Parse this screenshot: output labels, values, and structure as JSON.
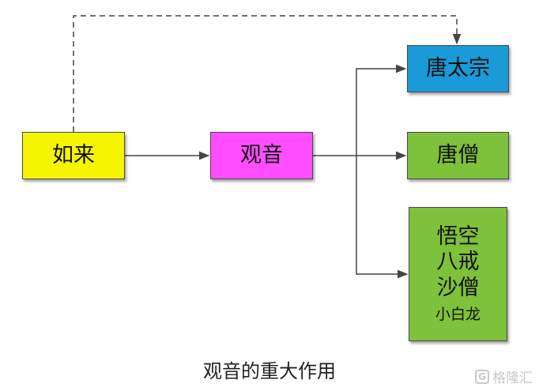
{
  "nodes": {
    "rulai": {
      "label": "如来",
      "color": "#f5f500"
    },
    "guanyin": {
      "label": "观音",
      "color": "#ff4dff"
    },
    "taizong": {
      "label": "唐太宗",
      "color": "#1a9ad6"
    },
    "tangseng": {
      "label": "唐僧",
      "color": "#7ec13a"
    },
    "disciples": {
      "lines": [
        "悟空",
        "八戒",
        "沙僧"
      ],
      "small": "小白龙",
      "color": "#7ec13a"
    }
  },
  "caption": "观音的重大作用",
  "watermark": {
    "icon": "gelonghui-logo-icon",
    "text": "格隆汇"
  }
}
